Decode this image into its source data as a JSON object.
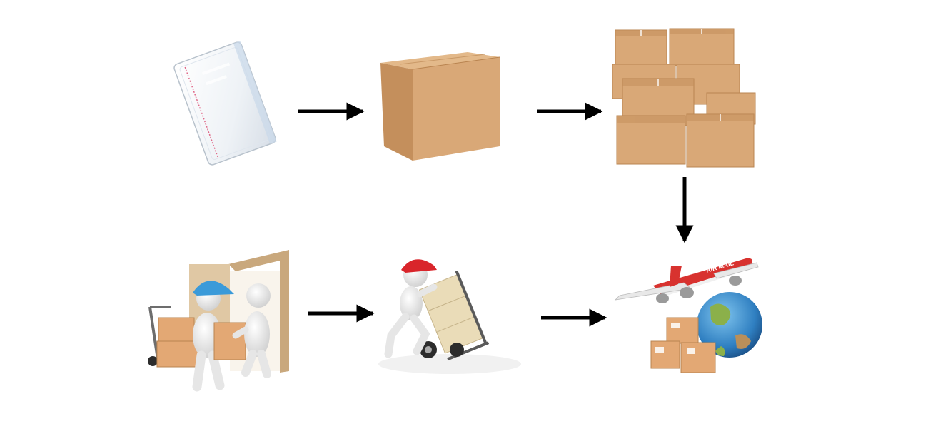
{
  "diagram": {
    "type": "process-flow",
    "steps": [
      {
        "id": "step-1",
        "depicts": "plastic-bag"
      },
      {
        "id": "step-2",
        "depicts": "single-cardboard-box"
      },
      {
        "id": "step-3",
        "depicts": "stacked-cardboard-boxes"
      },
      {
        "id": "step-4",
        "depicts": "airplane-globe-boxes"
      },
      {
        "id": "step-5",
        "depicts": "figure-with-hand-truck"
      },
      {
        "id": "step-6",
        "depicts": "door-delivery-handover"
      }
    ],
    "arrows": [
      {
        "from": "step-1",
        "to": "step-2"
      },
      {
        "from": "step-2",
        "to": "step-3"
      },
      {
        "from": "step-3",
        "to": "step-4"
      },
      {
        "from": "step-6",
        "to": "step-5"
      },
      {
        "from": "step-5",
        "to": "step-4"
      }
    ],
    "colors": {
      "arrow": "#000000",
      "cardboard": "#d9a877",
      "cardboard_dark": "#c48f5c",
      "figure": "#f2f2f2",
      "cap_blue": "#3a9ad9",
      "cap_red": "#d9252b",
      "plane_red": "#d8322f",
      "globe_blue": "#2f7fc1"
    },
    "plane_livery_text": "AIR MAIL"
  }
}
